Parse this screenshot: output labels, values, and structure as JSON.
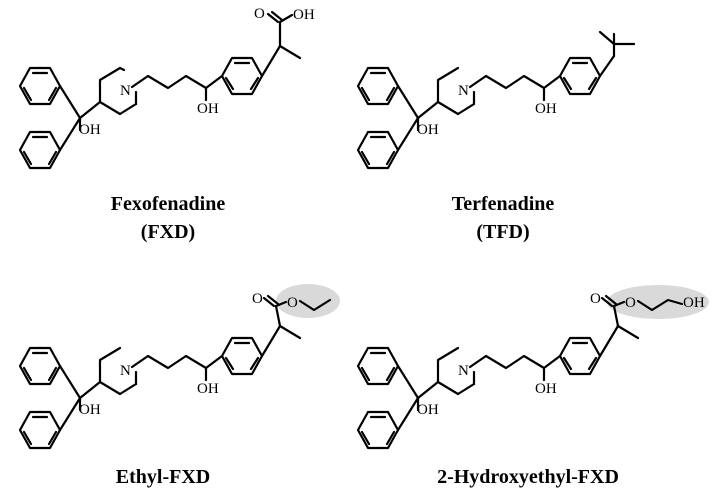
{
  "molecules": [
    {
      "name": "Fexofenadine",
      "abbr": "(FXD)",
      "ester_label": "OH",
      "hydroxyl_label": "OH",
      "tertiary_oh_label": "OH",
      "nitrogen_label": "N"
    },
    {
      "name": "Terfenadine",
      "abbr": "(TFD)",
      "hydroxyl_label": "OH",
      "tertiary_oh_label": "OH",
      "nitrogen_label": "N"
    },
    {
      "name": "Ethyl-FXD",
      "hydroxyl_label": "OH",
      "tertiary_oh_label": "OH",
      "nitrogen_label": "N",
      "ester_o_label": "O"
    },
    {
      "name": "2-Hydroxyethyl-FXD",
      "hydroxyl_label": "OH",
      "tertiary_oh_label": "OH",
      "nitrogen_label": "N",
      "ester_o_label": "O",
      "terminal_oh_label": "OH"
    }
  ],
  "highlight_color": "#d9d9d9"
}
